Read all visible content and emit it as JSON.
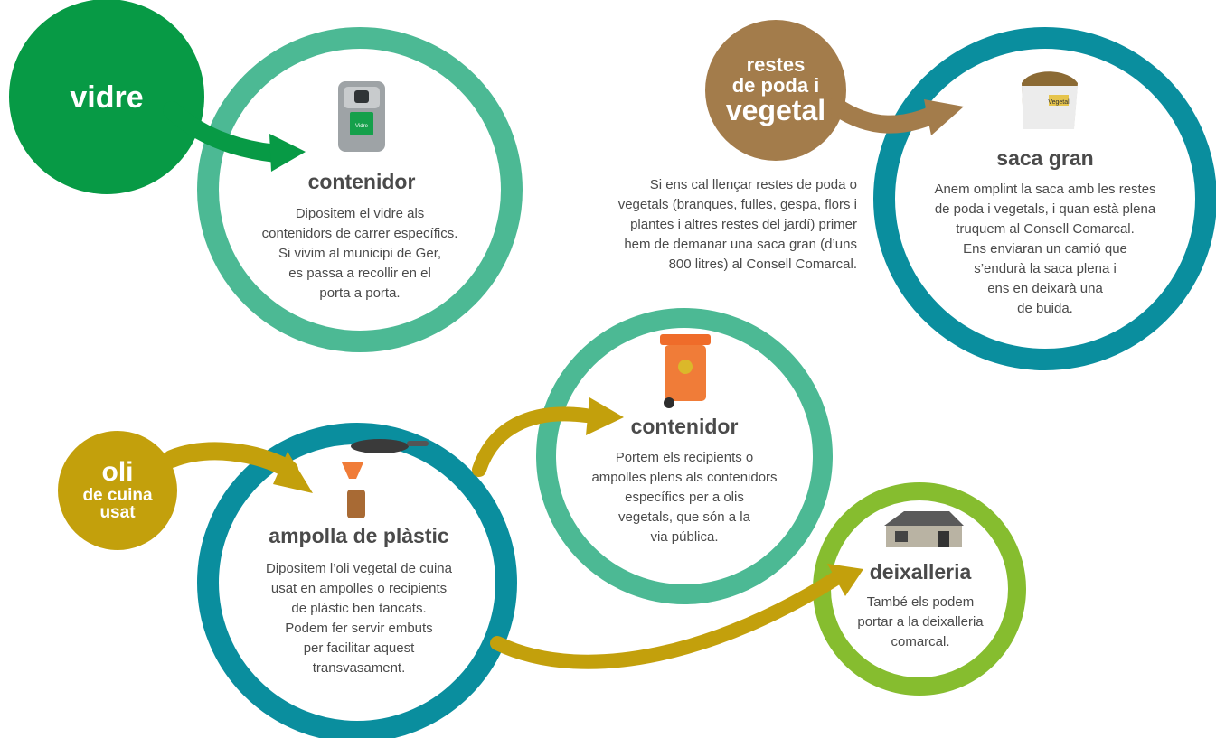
{
  "colors": {
    "green_dark": "#079a45",
    "green_light": "#4cb994",
    "teal": "#0a8e9e",
    "brown": "#a37c4b",
    "olive": "#c3a00c",
    "lime": "#86bd2f"
  },
  "vidre": {
    "label": "vidre",
    "title": "contenidor",
    "lines": [
      "Dipositem el vidre als",
      "contenidors de carrer específics.",
      "Si vivim al municipi de Ger,",
      "es passa a recollir en el",
      "porta a porta."
    ],
    "bin_label": "Vidre"
  },
  "vegetal": {
    "label_line1": "restes",
    "label_line2": "de poda i",
    "label_line3": "vegetal",
    "intro_lines": [
      "Si ens cal llençar restes de poda o",
      "vegetals (branques, fulles, gespa, flors i",
      "plantes i altres restes del jardí) primer",
      "hem de demanar una saca gran (d’uns",
      "800 litres) al Consell Comarcal."
    ],
    "title": "saca gran",
    "lines": [
      "Anem omplint la saca amb les restes",
      "de poda i vegetals, i quan està plena",
      "truquem al Consell Comarcal.",
      "Ens enviaran un camió que",
      "s’endurà la saca plena i",
      "ens en deixarà una",
      "de buida."
    ],
    "bag_label": "Vegetal"
  },
  "oli": {
    "label_line1": "oli",
    "label_line2": "de cuina",
    "label_line3": "usat",
    "bottle_title": "ampolla de plàstic",
    "bottle_lines": [
      "Dipositem l’oli vegetal de cuina",
      "usat en ampolles o recipients",
      "de plàstic ben tancats.",
      "Podem fer servir embuts",
      "per facilitar aquest",
      "transvasament."
    ],
    "container_title": "contenidor",
    "container_lines": [
      "Portem els recipients o",
      "ampolles plens als contenidors",
      "específics per a olis",
      "vegetals, que són a la",
      "via pública."
    ],
    "deix_title": "deixalleria",
    "deix_lines": [
      "També els podem",
      "portar a la deixalleria",
      "comarcal."
    ]
  }
}
